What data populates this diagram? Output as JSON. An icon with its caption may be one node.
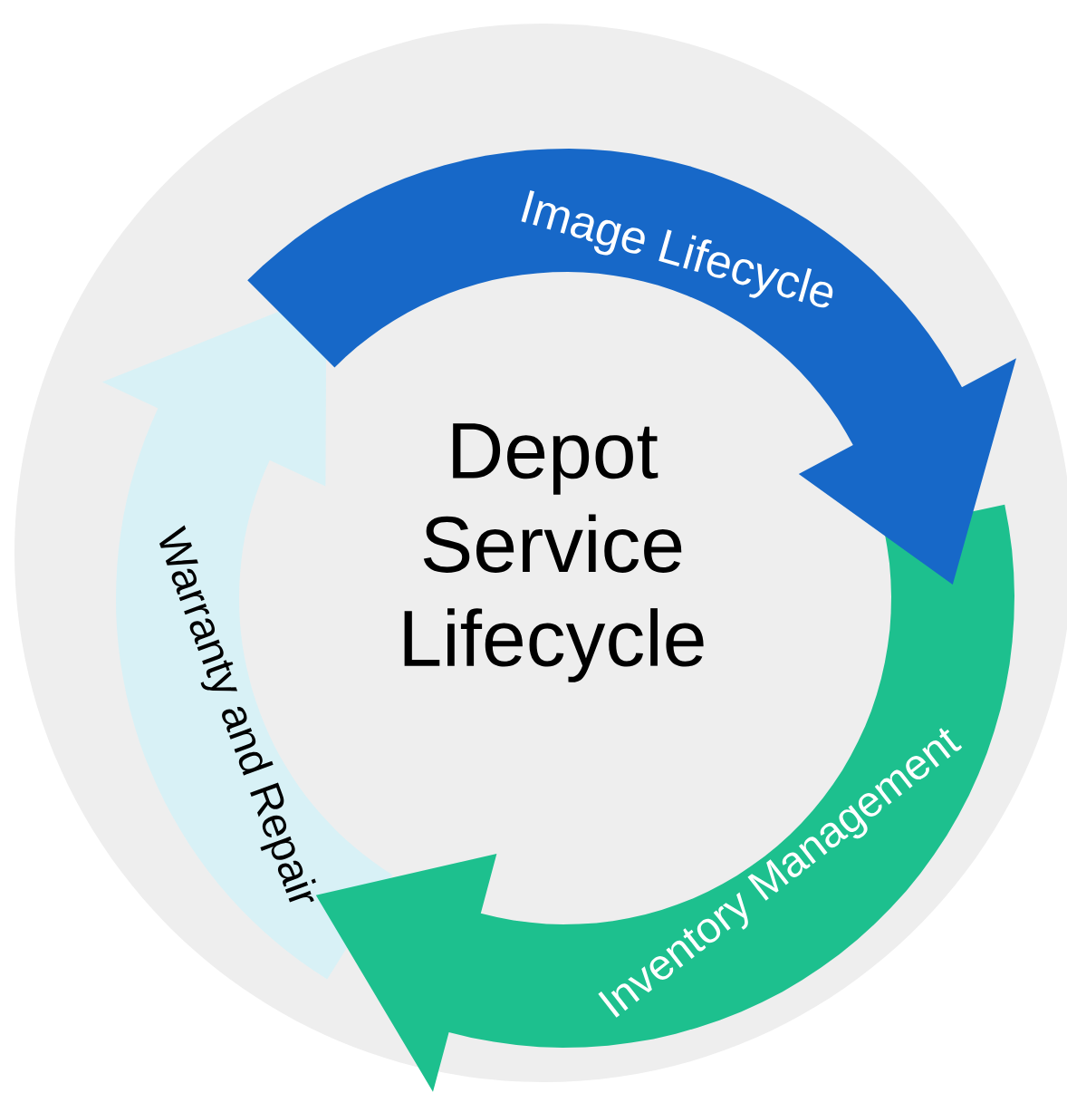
{
  "diagram": {
    "nodes": [
      {
        "text": [
          "Depot Service Lifecycle"
        ]
      },
      {
        "text": [
          "Image Lifecycle"
        ],
        "in": 0
      },
      {
        "text": [
          "Inventory Management"
        ],
        "in": 0
      },
      {
        "text": [
          "Warranty and Repair"
        ],
        "in": 0
      }
    ]
  }
}
